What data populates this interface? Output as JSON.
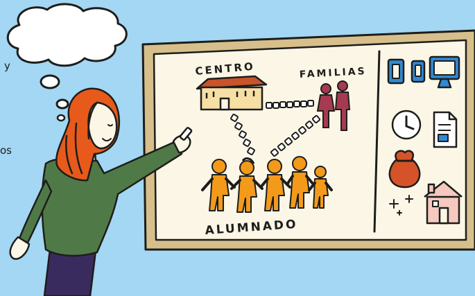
{
  "board": {
    "labels": {
      "centro": "CENTRO",
      "familias": "FAMILIAS",
      "alumnado": "ALUMNADO"
    }
  },
  "edge_fragments": {
    "left_1": "y",
    "left_2": "os"
  },
  "colors": {
    "sky": "#a3d7f3",
    "board_frame": "#d7bf8b",
    "board_paper": "#fbf6e6",
    "students": "#f39a1b",
    "families": "#a63a50",
    "school_roof": "#c9532a",
    "school_wall": "#f6dfa4",
    "devices": "#2f89d4",
    "money_bag": "#d6532a",
    "house_wall": "#f5c9c0",
    "hair": "#e75a1b",
    "sweater": "#4f7a47",
    "trousers": "#3a2b5f"
  },
  "icons": [
    "thought-bubble-icon",
    "school-building-icon",
    "family-icon",
    "student-icon",
    "tablet-icon",
    "phone-icon",
    "monitor-icon",
    "clock-icon",
    "document-icon",
    "money-bag-icon",
    "house-icon",
    "sparkle-icon",
    "chalk-icon"
  ]
}
